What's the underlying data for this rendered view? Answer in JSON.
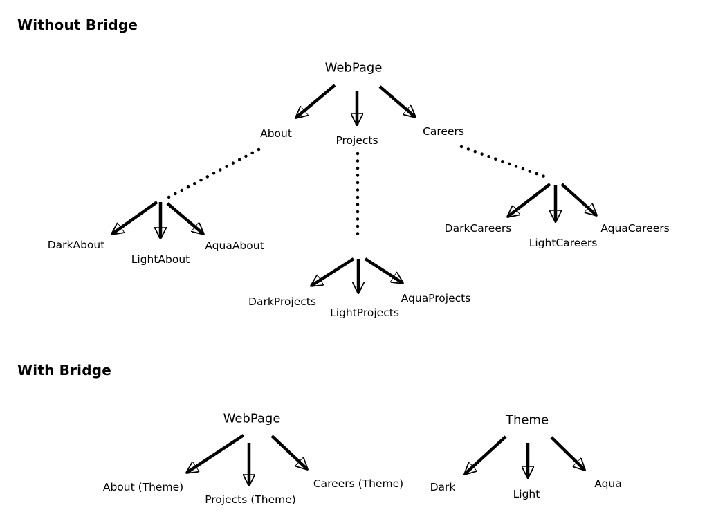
{
  "titles": {
    "without_bridge": "Without Bridge",
    "with_bridge": "With Bridge"
  },
  "without_bridge": {
    "root": "WebPage",
    "level1": [
      "About",
      "Projects",
      "Careers"
    ],
    "about_children": [
      "DarkAbout",
      "LightAbout",
      "AquaAbout"
    ],
    "projects_children": [
      "DarkProjects",
      "LightProjects",
      "AquaProjects"
    ],
    "careers_children": [
      "DarkCareers",
      "LightCareers",
      "AquaCareers"
    ]
  },
  "with_bridge": {
    "webpage_tree": {
      "root": "WebPage",
      "children": [
        "About (Theme)",
        "Projects (Theme)",
        "Careers (Theme)"
      ]
    },
    "theme_tree": {
      "root": "Theme",
      "children": [
        "Dark",
        "Light",
        "Aqua"
      ]
    }
  },
  "colors": {
    "ink": "#000000",
    "background": "#ffffff"
  }
}
